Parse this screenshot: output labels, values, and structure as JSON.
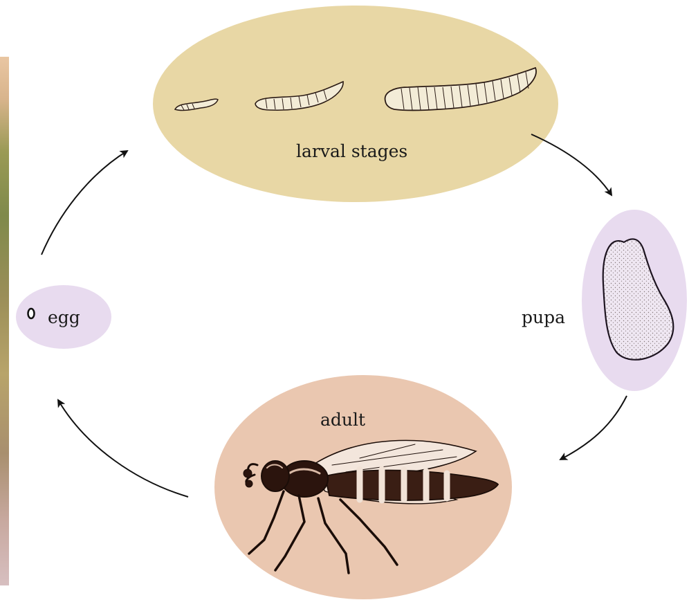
{
  "stages": {
    "larval": {
      "label": "larval stages",
      "color": "#e8d7a5"
    },
    "pupa": {
      "label": "pupa",
      "color": "#e8dbef"
    },
    "adult": {
      "label": "adult",
      "color": "#eac7b0"
    },
    "egg": {
      "label": "egg",
      "color": "#e8dbef"
    }
  }
}
